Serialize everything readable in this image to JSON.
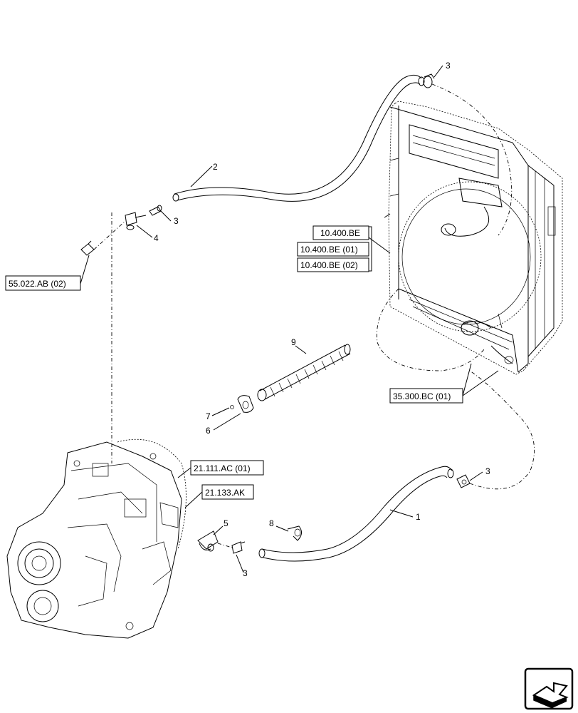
{
  "references": {
    "r_55022": "55.022.AB (02)",
    "r_10400_a": "10.400.BE",
    "r_10400_b": "10.400.BE (01)",
    "r_10400_c": "10.400.BE (02)",
    "r_35300": "35.300.BC (01)",
    "r_21111": "21.111.AC (01)",
    "r_21133": "21.133.AK"
  },
  "callouts": {
    "c1": "1",
    "c2": "2",
    "c3a": "3",
    "c3b": "3",
    "c3c": "3",
    "c3d": "3",
    "c4": "4",
    "c5": "5",
    "c6": "6",
    "c7": "7",
    "c8": "8",
    "c9": "9"
  },
  "icons": {
    "nav": "next-page-arrow-icon"
  }
}
